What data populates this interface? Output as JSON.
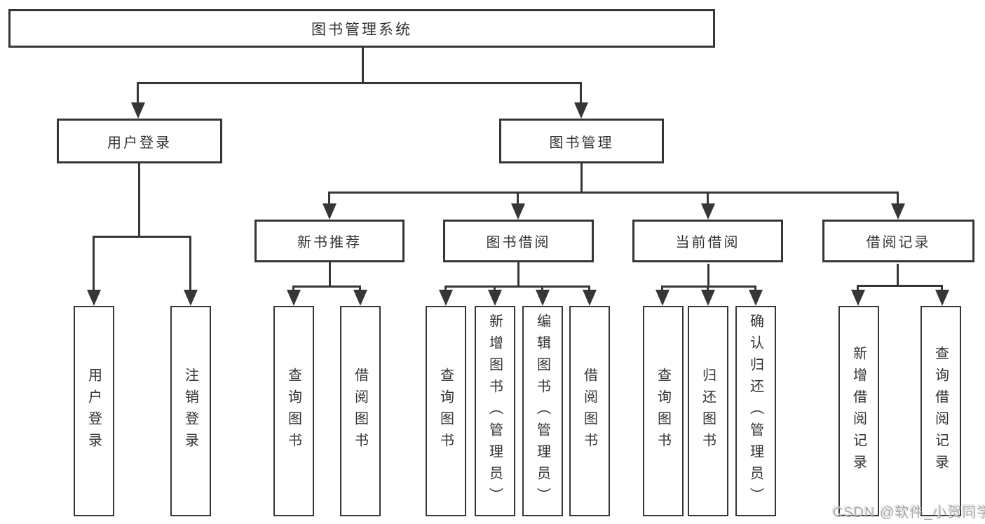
{
  "diagram": {
    "type": "tree",
    "root": {
      "label": "图书管理系统"
    },
    "level2": [
      {
        "label": "用户登录",
        "children": [
          "用户登录",
          "注销登录"
        ]
      },
      {
        "label": "图书管理",
        "children": [
          {
            "label": "新书推荐",
            "children": [
              "查询图书",
              "借阅图书"
            ]
          },
          {
            "label": "图书借阅",
            "children": [
              "查询图书",
              "新增图书（管理员）",
              "编辑图书（管理员）",
              "借阅图书"
            ]
          },
          {
            "label": "当前借阅",
            "children": [
              "查询图书",
              "归还图书",
              "确认归还（管理员）"
            ]
          },
          {
            "label": "借阅记录",
            "children": [
              "新增借阅记录",
              "查询借阅记录"
            ]
          }
        ]
      }
    ]
  },
  "watermark": {
    "text": "CSDN @软件_小贺同学"
  },
  "colors": {
    "line": "#363636",
    "text": "#333333",
    "background": "#ffffff",
    "watermark": "#a9a9a9"
  }
}
